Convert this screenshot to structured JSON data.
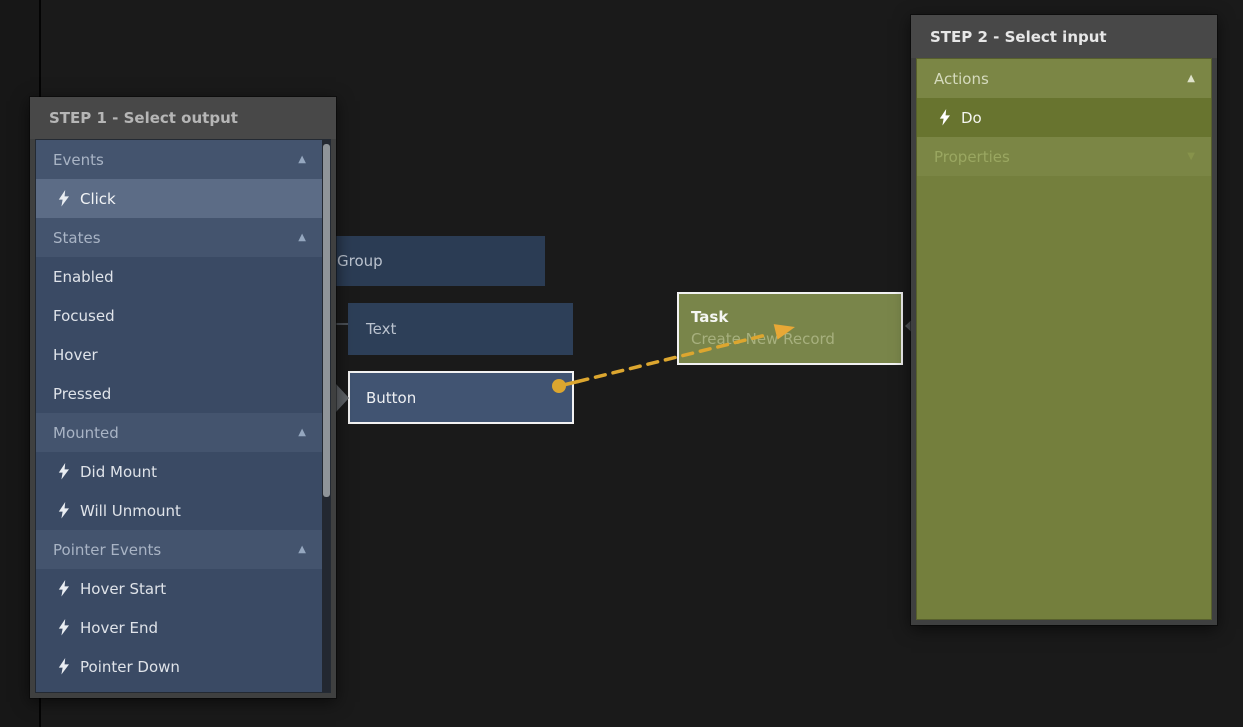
{
  "step1_panel": {
    "title": "STEP 1 - Select output",
    "rows": [
      {
        "type": "section",
        "label": "Events",
        "arrow": "up"
      },
      {
        "type": "item",
        "label": "Click",
        "bolt": true,
        "selected": true
      },
      {
        "type": "section",
        "label": "States",
        "arrow": "up"
      },
      {
        "type": "item",
        "label": "Enabled"
      },
      {
        "type": "item",
        "label": "Focused"
      },
      {
        "type": "item",
        "label": "Hover"
      },
      {
        "type": "item",
        "label": "Pressed"
      },
      {
        "type": "section",
        "label": "Mounted",
        "arrow": "up"
      },
      {
        "type": "item",
        "label": "Did Mount",
        "bolt": true
      },
      {
        "type": "item",
        "label": "Will Unmount",
        "bolt": true
      },
      {
        "type": "section",
        "label": "Pointer Events",
        "arrow": "up"
      },
      {
        "type": "item",
        "label": "Hover Start",
        "bolt": true
      },
      {
        "type": "item",
        "label": "Hover End",
        "bolt": true
      },
      {
        "type": "item",
        "label": "Pointer Down",
        "bolt": true
      }
    ]
  },
  "step2_panel": {
    "title": "STEP 2 - Select input",
    "rows": [
      {
        "type": "section",
        "label": "Actions",
        "arrow": "up"
      },
      {
        "type": "item",
        "label": "Do",
        "bolt": true,
        "selected": true
      },
      {
        "type": "section",
        "label": "Properties",
        "arrow": "down",
        "muted": true
      }
    ]
  },
  "nodes": {
    "group": {
      "label": "Group"
    },
    "text": {
      "label": "Text"
    },
    "button": {
      "label": "Button"
    },
    "task": {
      "title": "Task",
      "subtitle": "Create New Record"
    }
  },
  "icons": {
    "section_collapse": "up-arrow",
    "section_expand": "down-arrow",
    "event": "lightning-bolt"
  },
  "colors": {
    "canvas_bg": "#1a1a1a",
    "panel_frame": "#3f4040",
    "panel_title_bg": "#484848",
    "step1_body": "#3a4a64",
    "step1_section": "#44546e",
    "step1_selected": "#5c6c86",
    "step2_body": "#747f3d",
    "step2_section": "#7b8645",
    "step2_selected": "#68742f",
    "node_blue": "#2d3f58",
    "node_button_blue": "#415472",
    "node_task_green": "#79854a",
    "connection_orange": "#dca62f",
    "selection_border": "#f2f2f2"
  }
}
